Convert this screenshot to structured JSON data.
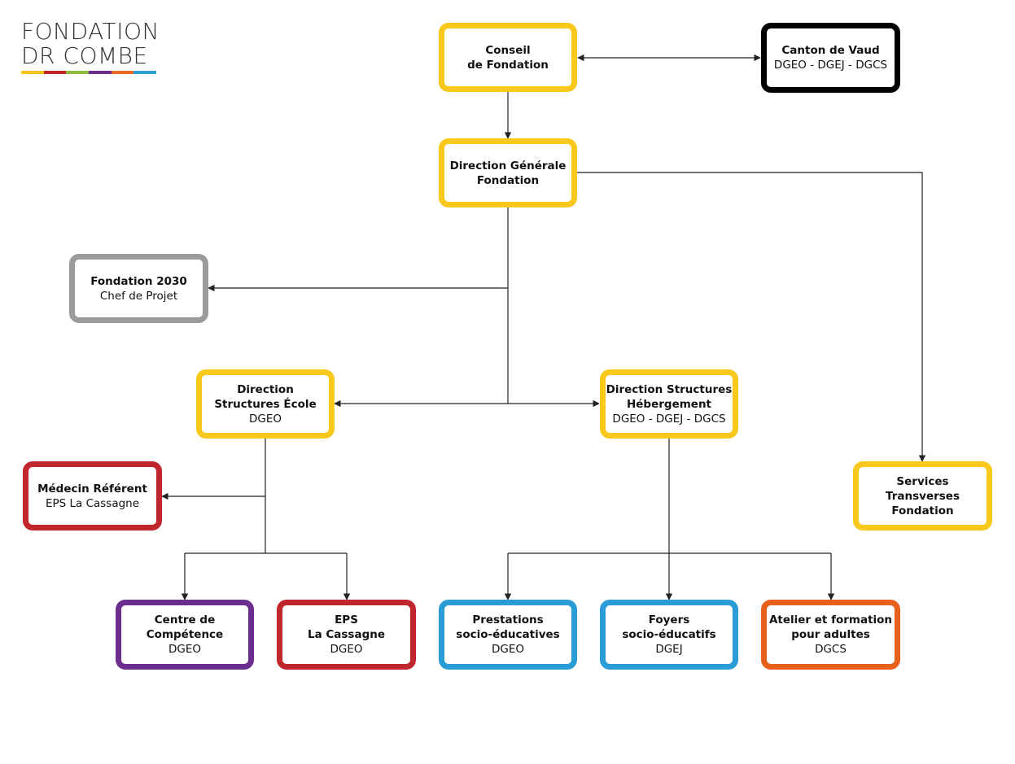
{
  "logo": {
    "line1": "FONDATION",
    "line2": "DR COMBE",
    "stripe_colors": [
      "#f6c21c",
      "#c0272d",
      "#8dbd3f",
      "#6b2e8e",
      "#e86b1f",
      "#2a9dd8"
    ]
  },
  "nodes": [
    {
      "id": "conseil",
      "lines": [
        "Conseil",
        "de Fondation"
      ],
      "sub": [],
      "color": "#f8c81c"
    },
    {
      "id": "canton",
      "lines": [
        "Canton de Vaud"
      ],
      "sub": [
        "DGEO - DGEJ - DGCS"
      ],
      "color": "#000000"
    },
    {
      "id": "direction-generale",
      "lines": [
        "Direction Générale",
        "Fondation"
      ],
      "sub": [],
      "color": "#f8c81c"
    },
    {
      "id": "fondation-2030",
      "lines": [
        "Fondation 2030"
      ],
      "sub": [
        "Chef de Projet"
      ],
      "color": "#9b9b9b"
    },
    {
      "id": "direction-ecole",
      "lines": [
        "Direction",
        "Structures École"
      ],
      "sub": [
        "DGEO"
      ],
      "color": "#f8c81c"
    },
    {
      "id": "direction-hebergement",
      "lines": [
        "Direction Structures",
        "Hébergement"
      ],
      "sub": [
        "DGEO - DGEJ - DGCS"
      ],
      "color": "#f8c81c"
    },
    {
      "id": "services-transverses",
      "lines": [
        "Services Transverses",
        "Fondation"
      ],
      "sub": [],
      "color": "#f8c81c"
    },
    {
      "id": "medecin-referent",
      "lines": [
        "Médecin Référent"
      ],
      "sub": [
        "EPS La Cassagne"
      ],
      "color": "#c0272d"
    },
    {
      "id": "centre-competence",
      "lines": [
        "Centre de",
        "Compétence"
      ],
      "sub": [
        "DGEO"
      ],
      "color": "#6b2e8e"
    },
    {
      "id": "eps-cassagne",
      "lines": [
        "EPS",
        "La Cassagne"
      ],
      "sub": [
        "DGEO"
      ],
      "color": "#c0272d"
    },
    {
      "id": "prestations",
      "lines": [
        "Prestations",
        "socio-éducatives"
      ],
      "sub": [
        "DGEO"
      ],
      "color": "#2a9dd8"
    },
    {
      "id": "foyers",
      "lines": [
        "Foyers",
        "socio-éducatifs"
      ],
      "sub": [
        "DGEJ"
      ],
      "color": "#2a9dd8"
    },
    {
      "id": "atelier",
      "lines": [
        "Atelier et formation",
        "pour adultes"
      ],
      "sub": [
        "DGCS"
      ],
      "color": "#e8611c"
    }
  ]
}
